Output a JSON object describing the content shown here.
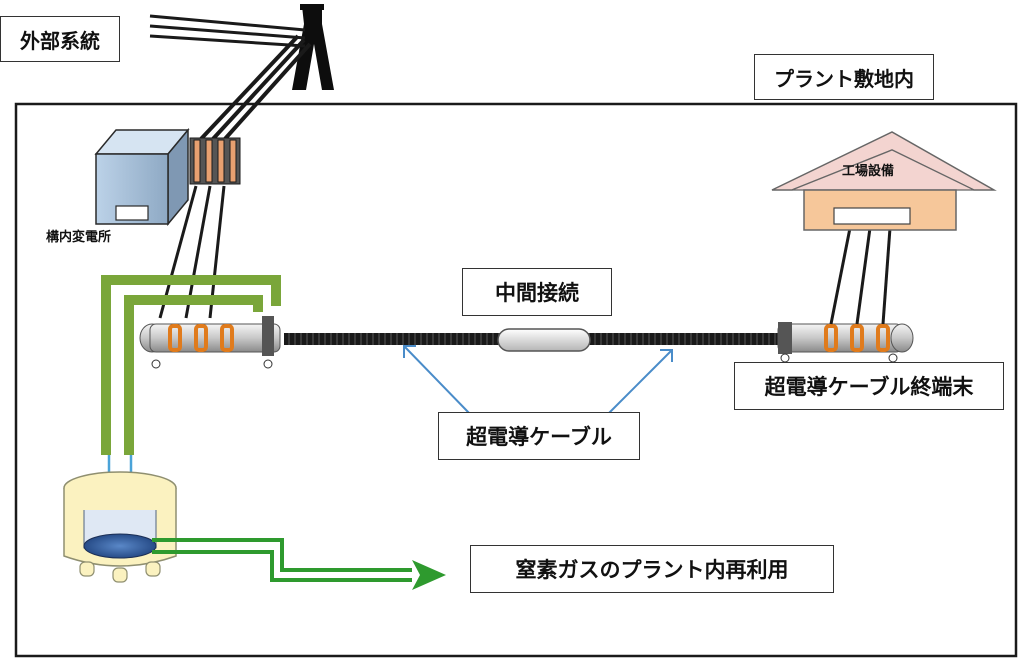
{
  "labels": {
    "external_grid": "外部系統",
    "plant_site": "プラント敷地内",
    "substation": "構内変電所",
    "factory": "工場設備",
    "joint": "中間接続",
    "termination": "超電導ケーブル終端末",
    "cable": "超電導ケーブル",
    "nitrogen": "窒素ガスのプラント内再利用"
  },
  "colors": {
    "cable": "#1a1a1a",
    "coolant_pipe": "#7aa63a",
    "arrow": "#2e9a2e",
    "pointer": "#4a8cc9",
    "roof": "#f3d4d0",
    "house_body": "#f6c79a",
    "termination_ring": "#e07b1c"
  },
  "icons": [
    "transmission-tower-icon",
    "substation-icon",
    "factory-icon",
    "cryostat-tank-icon"
  ]
}
